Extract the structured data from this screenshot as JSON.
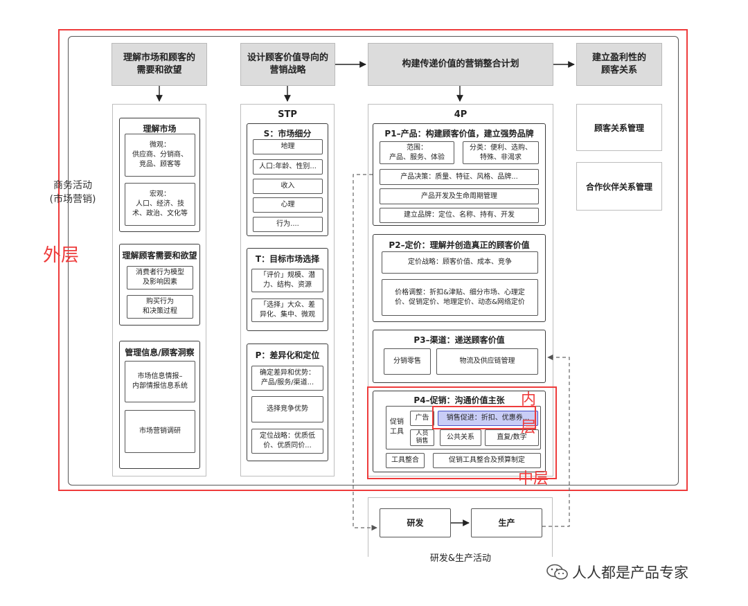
{
  "left_label": {
    "line1": "商务活动",
    "line2": "(市场营销)"
  },
  "layer_labels": {
    "outer": "外层",
    "middle": "中层",
    "inner1": "内",
    "inner2": "层"
  },
  "headers": {
    "h1": {
      "line1": "理解市场和顾客的",
      "line2": "需要和欲望"
    },
    "h2": {
      "line1": "设计顾客价值导向的",
      "line2": "营销战略"
    },
    "h3": "构建传递价值的营销整合计划",
    "h4": {
      "line1": "建立盈利性的",
      "line2": "顾客关系"
    }
  },
  "col1": {
    "g1": {
      "title": "理解市场",
      "micro": {
        "l1": "微观：",
        "l2": "供应商、分销商、",
        "l3": "竞品、顾客等"
      },
      "macro": {
        "l1": "宏观：",
        "l2": "人口、经济、技",
        "l3": "术、政治、文化等"
      }
    },
    "g2": {
      "title": "理解顾客需要和欲望",
      "i1": {
        "l1": "消费者行为模型",
        "l2": "及影响因素"
      },
      "i2": {
        "l1": "购买行为",
        "l2": "和决策过程"
      }
    },
    "g3": {
      "title": "管理信息/顾客洞察",
      "i1": {
        "l1": "市场信息情报–",
        "l2": "内部情报信息系统"
      },
      "i2": "市场营销调研"
    }
  },
  "col2": {
    "title": "STP",
    "s": {
      "title": "S：市场细分",
      "items": [
        "地理",
        "人口:年龄、性别...",
        "收入",
        "心理",
        "行为...."
      ]
    },
    "t": {
      "title": "T：目标市场选择",
      "i1": {
        "l1": "「评价」规模、潜",
        "l2": "力、结构、资源"
      },
      "i2": {
        "l1": "「选择」大众、差",
        "l2": "异化、集中、微观"
      }
    },
    "p": {
      "title": "P：差异化和定位",
      "i1": {
        "l1": "确定差异和优势：",
        "l2": "产品/服务/渠道..."
      },
      "i2": "选择竞争优势",
      "i3": {
        "l1": "定位战略：优质低",
        "l2": "价、优质同价..."
      }
    }
  },
  "col3": {
    "title": "4P",
    "p1": {
      "title": "P1–产品：构建顾客价值，建立强势品牌",
      "scope": {
        "l1": "范围：",
        "l2": "产品、服务、体验"
      },
      "category": {
        "l1": "分类：便利、选购、",
        "l2": "特殊、非渴求"
      },
      "decision": "产品决策：质量、特征、风格、品牌...",
      "lifecycle": "产品开发及生命周期管理",
      "brand": "建立品牌：定位、名称、持有、开发"
    },
    "p2": {
      "title": "P2–定价：理解并创造真正的顾客价值",
      "strategy": "定价战略：顾客价值、成本、竞争",
      "adjust": {
        "l1": "价格调整：折扣&津贴、细分市场、心理定",
        "l2": "价、促销定价、地理定价、动态&网络定价"
      }
    },
    "p3": {
      "title": "P3–渠道：递送顾客价值",
      "retail": "分销零售",
      "logistics": "物流及供应链管理"
    },
    "p4": {
      "title": "P4–促销：沟通价值主张",
      "tools": {
        "l1": "促销",
        "l2": "工具"
      },
      "ad": "广告",
      "sales_promo": "销售促进：折扣、优惠券...",
      "personal": {
        "l1": "人员",
        "l2": "销售"
      },
      "pr": "公共关系",
      "direct": "直复/数字",
      "integrate": "工具整合",
      "budget": "促销工具整合及预算制定"
    }
  },
  "col4": {
    "crm": "顾客关系管理",
    "prm": "合作伙伴关系管理"
  },
  "rd": {
    "research": "研发",
    "production": "生产",
    "label": "研发&生产活动"
  },
  "watermark": "人人都是产品专家",
  "colors": {
    "red": "#ee3b3b",
    "highlight": "#c9cdf6",
    "header_gray": "#dcdcdc"
  }
}
